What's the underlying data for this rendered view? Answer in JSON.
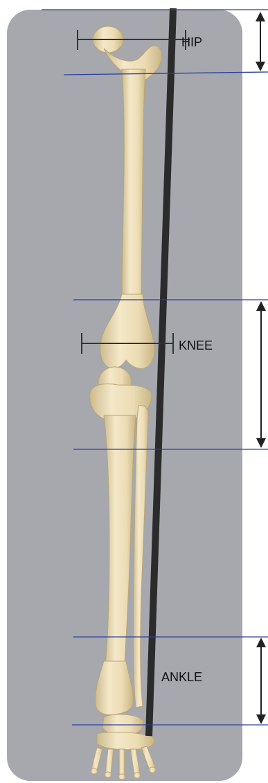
{
  "labels": {
    "hip": "HIP",
    "knee": "KNEE",
    "ankle": "ANKLE"
  },
  "colors": {
    "panel": "#a6a8ae",
    "bone": "#efe2c0",
    "bone_shade": "#cdbb8e",
    "axis_line": "#2b2b2b",
    "guide_line": "#2d3f9b",
    "arrow": "#222222"
  }
}
